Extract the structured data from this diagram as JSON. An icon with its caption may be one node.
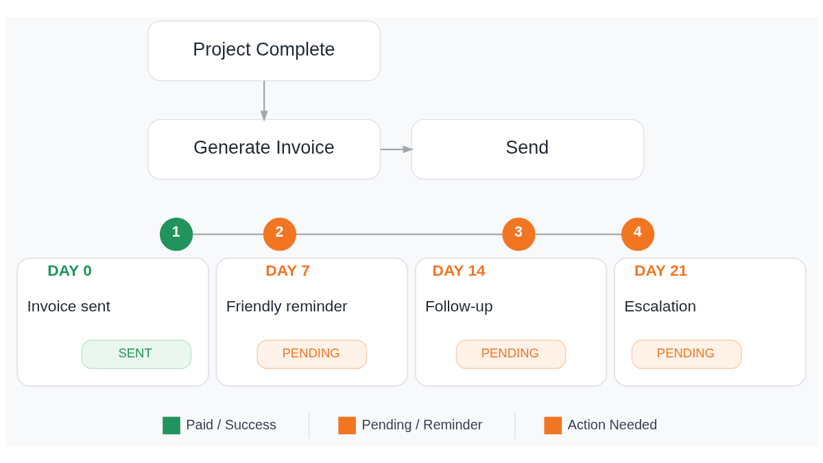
{
  "diagram": {
    "nodes": [
      {
        "text": [
          "Project Complete"
        ]
      },
      {
        "text": [
          "Generate Invoice"
        ]
      },
      {
        "text": [
          "Send"
        ]
      },
      {
        "text": [
          "1"
        ]
      },
      {
        "text": [
          "2"
        ]
      },
      {
        "text": [
          "3"
        ]
      },
      {
        "text": [
          "4"
        ]
      },
      {
        "text": [
          "DAY 0",
          "Invoice sent"
        ]
      },
      {
        "text": [
          "SENT"
        ],
        "in": 7
      },
      {
        "text": [
          "DAY 7",
          "Friendly reminder"
        ]
      },
      {
        "text": [
          "PENDING"
        ],
        "in": 9
      },
      {
        "text": [
          "DAY 14",
          "Follow-up"
        ]
      },
      {
        "text": [
          "PENDING"
        ],
        "in": 11
      },
      {
        "text": [
          "DAY 21",
          "Escalation"
        ]
      },
      {
        "text": [
          "PENDING"
        ],
        "in": 13
      }
    ],
    "edges": [
      {
        "from": 0,
        "to": 1,
        "arrow": "to"
      },
      {
        "from": 1,
        "to": 2,
        "arrow": "to"
      },
      {
        "from": 3,
        "to": 4,
        "arrow": "none"
      },
      {
        "from": 4,
        "to": 5,
        "arrow": "none"
      },
      {
        "from": 5,
        "to": 6,
        "arrow": "none"
      }
    ],
    "legend": [
      {
        "text": "Paid / Success",
        "color": "#21935c"
      },
      {
        "text": "Pending / Reminder",
        "color": "#f27522"
      },
      {
        "text": "Action Needed",
        "color": "#f27522"
      }
    ]
  }
}
